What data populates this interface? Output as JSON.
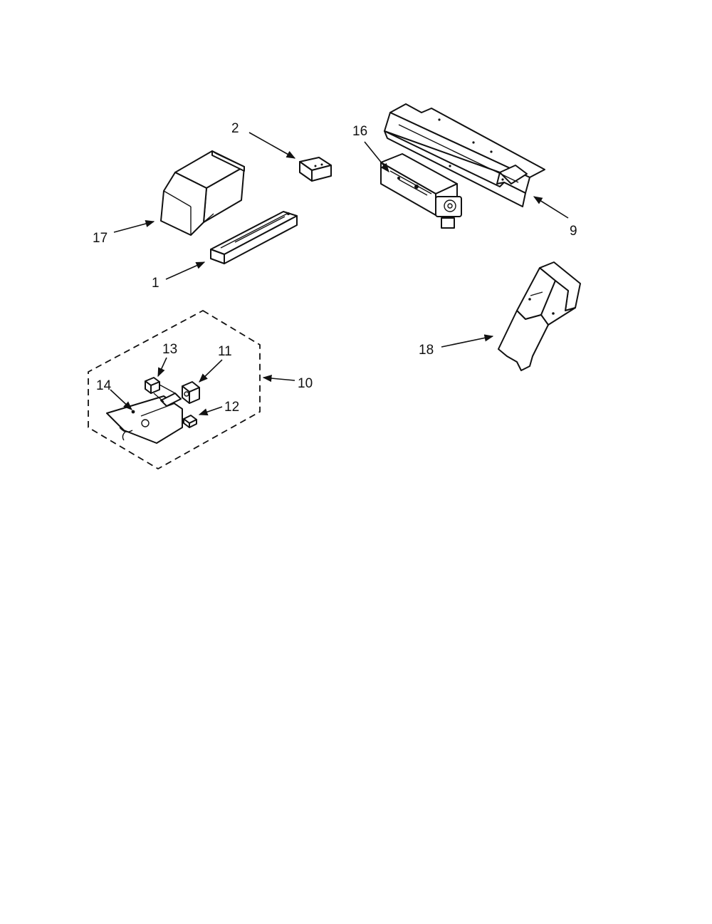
{
  "colors": {
    "ink": "#111111",
    "paper": "#ffffff"
  },
  "callouts": {
    "c1": "1",
    "c2": "2",
    "c9": "9",
    "c10": "10",
    "c11": "11",
    "c12": "12",
    "c13": "13",
    "c14": "14",
    "c16": "16",
    "c17": "17",
    "c18": "18"
  }
}
